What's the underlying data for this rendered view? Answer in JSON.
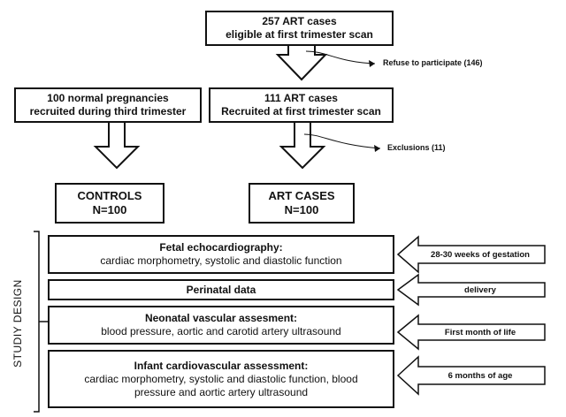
{
  "boxes": {
    "eligible": {
      "line1": "257 ART cases",
      "line2": "eligible at first trimester scan"
    },
    "normal": {
      "line1": "100 normal pregnancies",
      "line2": "recruited during third trimester"
    },
    "art_recruited": {
      "line1": "111 ART cases",
      "line2": "Recruited at first trimester scan"
    },
    "controls": {
      "line1": "CONTROLS",
      "line2": "N=100"
    },
    "art_cases": {
      "line1": "ART CASES",
      "line2": "N=100"
    }
  },
  "notes": {
    "refuse": "Refuse to participate (146)",
    "exclusions": "Exclusions (11)"
  },
  "study_design_label": "STUDIY DESIGN",
  "design_rows": [
    {
      "title": "Fetal echocardiography:",
      "body": [
        "cardiac morphometry, systolic and diastolic function"
      ],
      "timing": "28-30 weeks of gestation"
    },
    {
      "title": "Perinatal data",
      "body": [],
      "timing": "delivery"
    },
    {
      "title": "Neonatal vascular assesment:",
      "body": [
        "blood pressure, aortic and carotid artery ultrasound"
      ],
      "timing": "First month of  life"
    },
    {
      "title": "Infant cardiovascular assessment:",
      "body": [
        "cardiac morphometry, systolic and diastolic function, blood",
        "pressure and aortic artery ultrasound"
      ],
      "timing": "6 months of age"
    }
  ]
}
